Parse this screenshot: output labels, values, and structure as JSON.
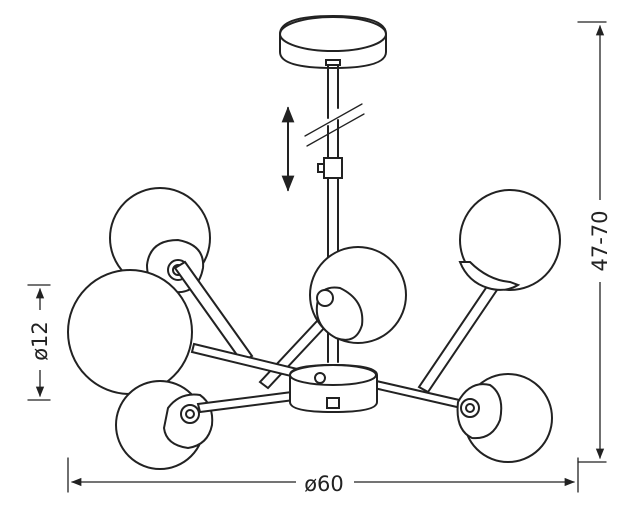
{
  "dimensions": {
    "diameter_total": "ø60",
    "height_range": "47-70",
    "shade_diameter": "ø12"
  },
  "colors": {
    "line": "#222222",
    "background": "#ffffff"
  }
}
